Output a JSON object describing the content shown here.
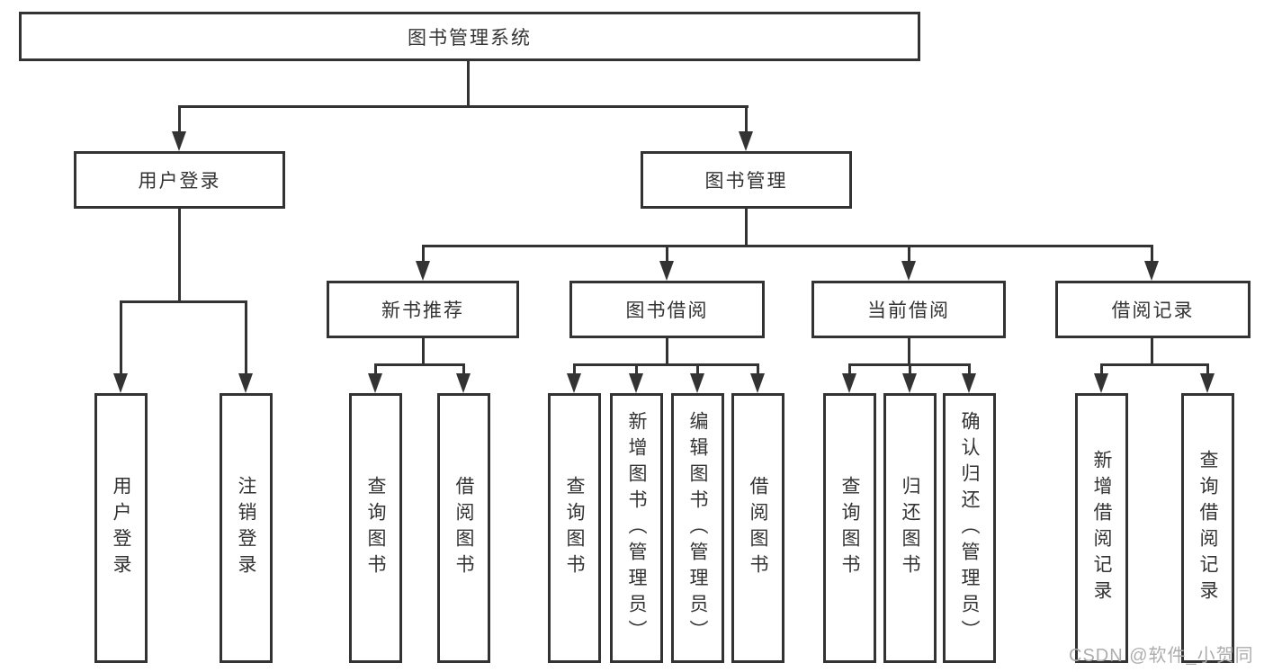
{
  "tree": {
    "label": "图书管理系统",
    "children": [
      {
        "label": "用户登录",
        "children": [
          {
            "label": "用户登录"
          },
          {
            "label": "注销登录"
          }
        ]
      },
      {
        "label": "图书管理",
        "children": [
          {
            "label": "新书推荐",
            "children": [
              {
                "label": "查询图书"
              },
              {
                "label": "借阅图书"
              }
            ]
          },
          {
            "label": "图书借阅",
            "children": [
              {
                "label": "查询图书"
              },
              {
                "label": "新增图书（管理员）"
              },
              {
                "label": "编辑图书（管理员）"
              },
              {
                "label": "借阅图书"
              }
            ]
          },
          {
            "label": "当前借阅",
            "children": [
              {
                "label": "查询图书"
              },
              {
                "label": "归还图书"
              },
              {
                "label": "确认归还（管理员）"
              }
            ]
          },
          {
            "label": "借阅记录",
            "children": [
              {
                "label": "新增借阅记录"
              },
              {
                "label": "查询借阅记录"
              }
            ]
          }
        ]
      }
    ]
  },
  "watermark": {
    "text": "CSDN @软件_小贺同学"
  },
  "colors": {
    "line": "#333333",
    "text": "#333333",
    "background": "#ffffff",
    "watermark": "#adadad"
  }
}
